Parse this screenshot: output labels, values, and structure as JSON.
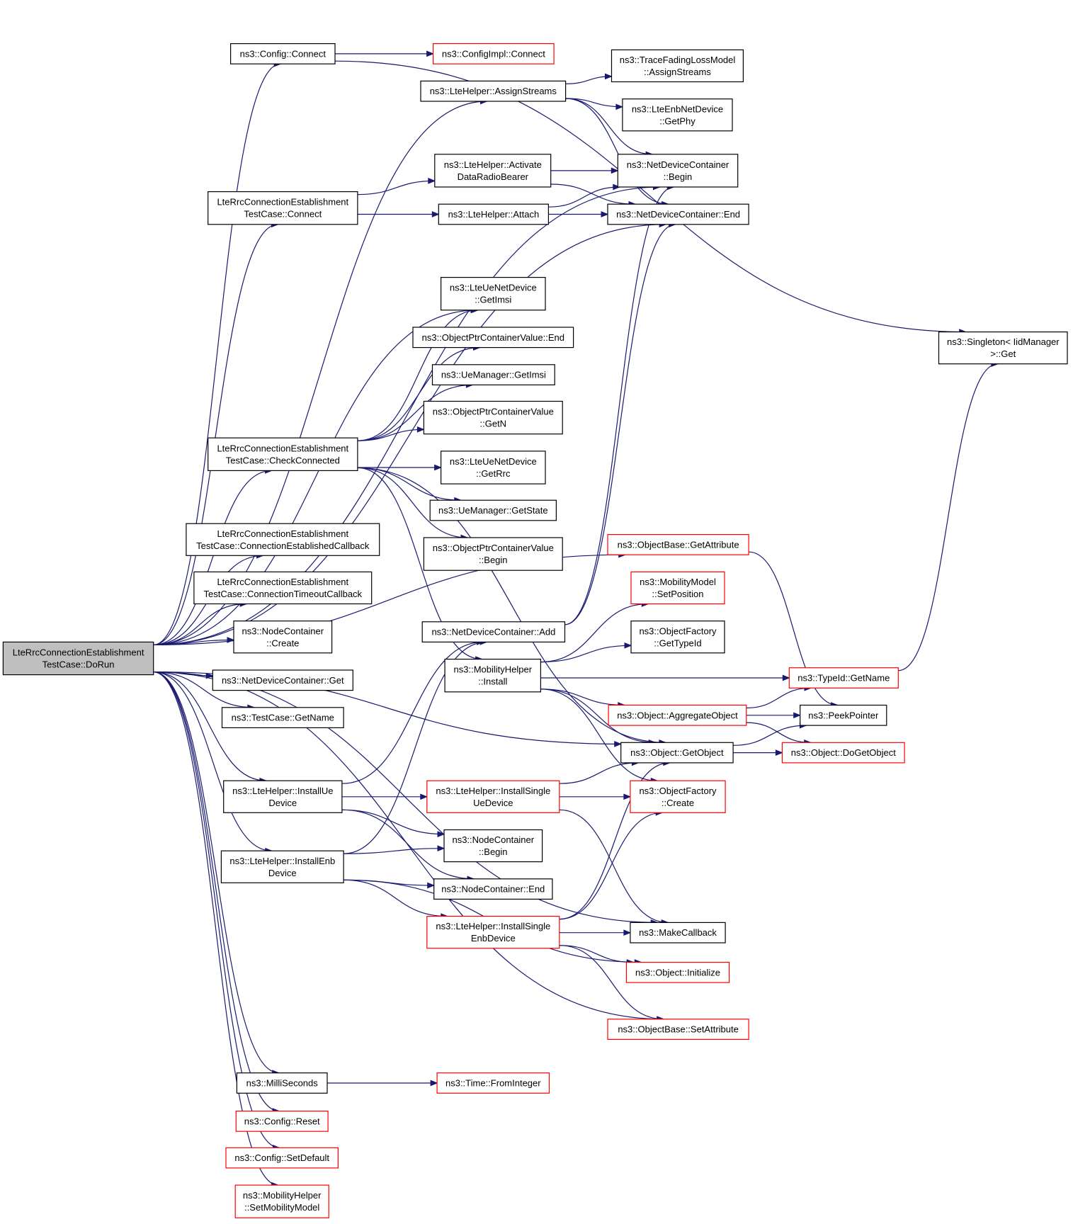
{
  "colors": {
    "edge": "#191970",
    "border_documented": "#000000",
    "border_undocumented": "#ff0000",
    "root_fill": "#bfbfbf",
    "node_fill": "#ffffff"
  },
  "nodes": [
    {
      "id": "dorun",
      "lines": [
        "LteRrcConnectionEstablishment",
        "TestCase::DoRun"
      ],
      "style": "root"
    },
    {
      "id": "cfg_connect",
      "lines": [
        "ns3::Config::Connect"
      ],
      "style": "black"
    },
    {
      "id": "cfgimpl_connect",
      "lines": [
        "ns3::ConfigImpl::Connect"
      ],
      "style": "red"
    },
    {
      "id": "assignstreams",
      "lines": [
        "ns3::LteHelper::AssignStreams"
      ],
      "style": "black"
    },
    {
      "id": "tracefading",
      "lines": [
        "ns3::TraceFadingLossModel",
        "::AssignStreams"
      ],
      "style": "black"
    },
    {
      "id": "enbgetphy",
      "lines": [
        "ns3::LteEnbNetDevice",
        "::GetPhy"
      ],
      "style": "black"
    },
    {
      "id": "activate",
      "lines": [
        "ns3::LteHelper::Activate",
        "DataRadioBearer"
      ],
      "style": "black"
    },
    {
      "id": "ndc_begin",
      "lines": [
        "ns3::NetDeviceContainer",
        "::Begin"
      ],
      "style": "black"
    },
    {
      "id": "tc_connect",
      "lines": [
        "LteRrcConnectionEstablishment",
        "TestCase::Connect"
      ],
      "style": "black"
    },
    {
      "id": "attach",
      "lines": [
        "ns3::LteHelper::Attach"
      ],
      "style": "black"
    },
    {
      "id": "ndc_end",
      "lines": [
        "ns3::NetDeviceContainer::End"
      ],
      "style": "black"
    },
    {
      "id": "ue_getimsi",
      "lines": [
        "ns3::LteUeNetDevice",
        "::GetImsi"
      ],
      "style": "black"
    },
    {
      "id": "opcv_end",
      "lines": [
        "ns3::ObjectPtrContainerValue::End"
      ],
      "style": "black"
    },
    {
      "id": "uem_getimsi",
      "lines": [
        "ns3::UeManager::GetImsi"
      ],
      "style": "black"
    },
    {
      "id": "opcv_getn",
      "lines": [
        "ns3::ObjectPtrContainerValue",
        "::GetN"
      ],
      "style": "black"
    },
    {
      "id": "checkconnected",
      "lines": [
        "LteRrcConnectionEstablishment",
        "TestCase::CheckConnected"
      ],
      "style": "black"
    },
    {
      "id": "ue_getrrc",
      "lines": [
        "ns3::LteUeNetDevice",
        "::GetRrc"
      ],
      "style": "black"
    },
    {
      "id": "uem_getstate",
      "lines": [
        "ns3::UeManager::GetState"
      ],
      "style": "black"
    },
    {
      "id": "opcv_begin",
      "lines": [
        "ns3::ObjectPtrContainerValue",
        "::Begin"
      ],
      "style": "black"
    },
    {
      "id": "singleton",
      "lines": [
        "ns3::Singleton< IidManager",
        ">::Get"
      ],
      "style": "black"
    },
    {
      "id": "estcb",
      "lines": [
        "LteRrcConnectionEstablishment",
        "TestCase::ConnectionEstablishedCallback"
      ],
      "style": "black"
    },
    {
      "id": "ob_getattr",
      "lines": [
        "ns3::ObjectBase::GetAttribute"
      ],
      "style": "red"
    },
    {
      "id": "timeoutcb",
      "lines": [
        "LteRrcConnectionEstablishment",
        "TestCase::ConnectionTimeoutCallback"
      ],
      "style": "black"
    },
    {
      "id": "mm_setpos",
      "lines": [
        "ns3::MobilityModel",
        "::SetPosition"
      ],
      "style": "red"
    },
    {
      "id": "nc_create",
      "lines": [
        "ns3::NodeContainer",
        "::Create"
      ],
      "style": "black"
    },
    {
      "id": "ndc_add",
      "lines": [
        "ns3::NetDeviceContainer::Add"
      ],
      "style": "black"
    },
    {
      "id": "of_gettypeid",
      "lines": [
        "ns3::ObjectFactory",
        "::GetTypeId"
      ],
      "style": "black"
    },
    {
      "id": "ndc_get",
      "lines": [
        "ns3::NetDeviceContainer::Get"
      ],
      "style": "black"
    },
    {
      "id": "mh_install",
      "lines": [
        "ns3::MobilityHelper",
        "::Install"
      ],
      "style": "black"
    },
    {
      "id": "typeid_getname",
      "lines": [
        "ns3::TypeId::GetName"
      ],
      "style": "red"
    },
    {
      "id": "tc_getname",
      "lines": [
        "ns3::TestCase::GetName"
      ],
      "style": "black"
    },
    {
      "id": "aggregate",
      "lines": [
        "ns3::Object::AggregateObject"
      ],
      "style": "red"
    },
    {
      "id": "peekpointer",
      "lines": [
        "ns3::PeekPointer"
      ],
      "style": "black"
    },
    {
      "id": "getobject",
      "lines": [
        "ns3::Object::GetObject"
      ],
      "style": "black"
    },
    {
      "id": "dogetobject",
      "lines": [
        "ns3::Object::DoGetObject"
      ],
      "style": "red"
    },
    {
      "id": "installue",
      "lines": [
        "ns3::LteHelper::InstallUe",
        "Device"
      ],
      "style": "black"
    },
    {
      "id": "installsingleue",
      "lines": [
        "ns3::LteHelper::InstallSingle",
        "UeDevice"
      ],
      "style": "red"
    },
    {
      "id": "of_create",
      "lines": [
        "ns3::ObjectFactory",
        "::Create"
      ],
      "style": "red"
    },
    {
      "id": "nc_begin",
      "lines": [
        "ns3::NodeContainer",
        "::Begin"
      ],
      "style": "black"
    },
    {
      "id": "installenb",
      "lines": [
        "ns3::LteHelper::InstallEnb",
        "Device"
      ],
      "style": "black"
    },
    {
      "id": "nc_end",
      "lines": [
        "ns3::NodeContainer::End"
      ],
      "style": "black"
    },
    {
      "id": "installsingleenb",
      "lines": [
        "ns3::LteHelper::InstallSingle",
        "EnbDevice"
      ],
      "style": "red"
    },
    {
      "id": "makecallback",
      "lines": [
        "ns3::MakeCallback"
      ],
      "style": "black"
    },
    {
      "id": "initialize",
      "lines": [
        "ns3::Object::Initialize"
      ],
      "style": "red"
    },
    {
      "id": "ob_setattr",
      "lines": [
        "ns3::ObjectBase::SetAttribute"
      ],
      "style": "red"
    },
    {
      "id": "milliseconds",
      "lines": [
        "ns3::MilliSeconds"
      ],
      "style": "black"
    },
    {
      "id": "frominteger",
      "lines": [
        "ns3::Time::FromInteger"
      ],
      "style": "red"
    },
    {
      "id": "cfg_reset",
      "lines": [
        "ns3::Config::Reset"
      ],
      "style": "red"
    },
    {
      "id": "cfg_setdefault",
      "lines": [
        "ns3::Config::SetDefault"
      ],
      "style": "red"
    },
    {
      "id": "mh_setmodel",
      "lines": [
        "ns3::MobilityHelper",
        "::SetMobilityModel"
      ],
      "style": "red"
    }
  ],
  "edges": [
    {
      "from": "dorun",
      "to": "cfg_connect"
    },
    {
      "from": "dorun",
      "to": "assignstreams"
    },
    {
      "from": "dorun",
      "to": "ndc_begin"
    },
    {
      "from": "dorun",
      "to": "tc_connect"
    },
    {
      "from": "dorun",
      "to": "ndc_end"
    },
    {
      "from": "dorun",
      "to": "ue_getimsi"
    },
    {
      "from": "dorun",
      "to": "checkconnected"
    },
    {
      "from": "dorun",
      "to": "estcb"
    },
    {
      "from": "dorun",
      "to": "ob_getattr"
    },
    {
      "from": "dorun",
      "to": "timeoutcb"
    },
    {
      "from": "dorun",
      "to": "nc_create"
    },
    {
      "from": "dorun",
      "to": "ndc_get"
    },
    {
      "from": "dorun",
      "to": "tc_getname"
    },
    {
      "from": "dorun",
      "to": "getobject"
    },
    {
      "from": "dorun",
      "to": "installue"
    },
    {
      "from": "dorun",
      "to": "installenb"
    },
    {
      "from": "dorun",
      "to": "makecallback"
    },
    {
      "from": "dorun",
      "to": "ob_setattr"
    },
    {
      "from": "dorun",
      "to": "milliseconds"
    },
    {
      "from": "dorun",
      "to": "cfg_reset"
    },
    {
      "from": "dorun",
      "to": "cfg_setdefault"
    },
    {
      "from": "dorun",
      "to": "mh_setmodel"
    },
    {
      "from": "cfg_connect",
      "to": "cfgimpl_connect"
    },
    {
      "from": "cfg_connect",
      "to": "singleton"
    },
    {
      "from": "assignstreams",
      "to": "tracefading"
    },
    {
      "from": "assignstreams",
      "to": "enbgetphy"
    },
    {
      "from": "assignstreams",
      "to": "ndc_begin"
    },
    {
      "from": "assignstreams",
      "to": "ndc_end"
    },
    {
      "from": "tc_connect",
      "to": "activate"
    },
    {
      "from": "tc_connect",
      "to": "attach"
    },
    {
      "from": "activate",
      "to": "ndc_begin"
    },
    {
      "from": "activate",
      "to": "ndc_end"
    },
    {
      "from": "attach",
      "to": "ndc_begin"
    },
    {
      "from": "attach",
      "to": "ndc_end"
    },
    {
      "from": "checkconnected",
      "to": "ue_getimsi"
    },
    {
      "from": "checkconnected",
      "to": "opcv_end"
    },
    {
      "from": "checkconnected",
      "to": "uem_getimsi"
    },
    {
      "from": "checkconnected",
      "to": "opcv_getn"
    },
    {
      "from": "checkconnected",
      "to": "ue_getrrc"
    },
    {
      "from": "checkconnected",
      "to": "uem_getstate"
    },
    {
      "from": "checkconnected",
      "to": "opcv_begin"
    },
    {
      "from": "checkconnected",
      "to": "getobject"
    },
    {
      "from": "checkconnected",
      "to": "mh_install"
    },
    {
      "from": "ob_getattr",
      "to": "peekpointer"
    },
    {
      "from": "ndc_add",
      "to": "ndc_begin"
    },
    {
      "from": "ndc_add",
      "to": "ndc_end"
    },
    {
      "from": "mh_install",
      "to": "mm_setpos"
    },
    {
      "from": "mh_install",
      "to": "of_gettypeid"
    },
    {
      "from": "mh_install",
      "to": "typeid_getname"
    },
    {
      "from": "mh_install",
      "to": "aggregate"
    },
    {
      "from": "mh_install",
      "to": "getobject"
    },
    {
      "from": "mh_install",
      "to": "of_create"
    },
    {
      "from": "typeid_getname",
      "to": "singleton"
    },
    {
      "from": "aggregate",
      "to": "typeid_getname"
    },
    {
      "from": "aggregate",
      "to": "peekpointer"
    },
    {
      "from": "aggregate",
      "to": "dogetobject"
    },
    {
      "from": "getobject",
      "to": "peekpointer"
    },
    {
      "from": "getobject",
      "to": "dogetobject"
    },
    {
      "from": "installue",
      "to": "ndc_add"
    },
    {
      "from": "installue",
      "to": "installsingleue"
    },
    {
      "from": "installue",
      "to": "nc_begin"
    },
    {
      "from": "installue",
      "to": "nc_end"
    },
    {
      "from": "installsingleue",
      "to": "getobject"
    },
    {
      "from": "installsingleue",
      "to": "of_create"
    },
    {
      "from": "installsingleue",
      "to": "makecallback"
    },
    {
      "from": "installenb",
      "to": "ndc_add"
    },
    {
      "from": "installenb",
      "to": "nc_begin"
    },
    {
      "from": "installenb",
      "to": "nc_end"
    },
    {
      "from": "installenb",
      "to": "installsingleenb"
    },
    {
      "from": "installenb",
      "to": "initialize"
    },
    {
      "from": "installsingleenb",
      "to": "getobject"
    },
    {
      "from": "installsingleenb",
      "to": "of_create"
    },
    {
      "from": "installsingleenb",
      "to": "makecallback"
    },
    {
      "from": "installsingleenb",
      "to": "initialize"
    },
    {
      "from": "installsingleenb",
      "to": "ob_setattr"
    },
    {
      "from": "milliseconds",
      "to": "frominteger"
    }
  ]
}
